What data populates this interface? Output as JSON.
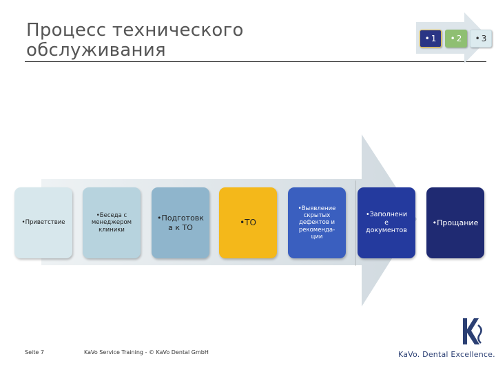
{
  "slide": {
    "title_line1": "Процесс технического",
    "title_line2": "обслуживания"
  },
  "nav": {
    "items": [
      {
        "label": "1",
        "bg": "#2a3585",
        "color": "#ffffff",
        "border": "#f0c23a"
      },
      {
        "label": "2",
        "bg": "#8fbf72",
        "color": "#ffffff",
        "border": "#8fbf72"
      },
      {
        "label": "3",
        "bg": "#dcebef",
        "color": "#333333",
        "border": "#c7d8de"
      }
    ]
  },
  "steps": [
    {
      "label": "Приветствие",
      "bg": "#d7e7ec",
      "color": "#222222",
      "font": "8.5px"
    },
    {
      "label": "Беседа с\nменеджером\nклиники",
      "bg": "#b7d3de",
      "color": "#222222",
      "font": "8.5px"
    },
    {
      "label": "Подготовк\nа к ТО",
      "bg": "#8fb5cc",
      "color": "#222222",
      "font": "11px"
    },
    {
      "label": "ТО",
      "bg": "#f4b81a",
      "color": "#222222",
      "font": "12px"
    },
    {
      "label": "Выявление\nскрытых\nдефектов и\nрекоменда-\nции",
      "bg": "#3a5fbf",
      "color": "#ffffff",
      "font": "8.5px"
    },
    {
      "label": "Заполнени\nе\nдокументов",
      "bg": "#243a9e",
      "color": "#ffffff",
      "font": "9.5px"
    },
    {
      "label": "Прощание",
      "bg": "#1f2a72",
      "color": "#ffffff",
      "font": "11px"
    }
  ],
  "footer": {
    "page": "Seite 7",
    "course": "KaVo Service Training - © KaVo Dental GmbH",
    "brand": "KaVo. Dental Excellence."
  }
}
